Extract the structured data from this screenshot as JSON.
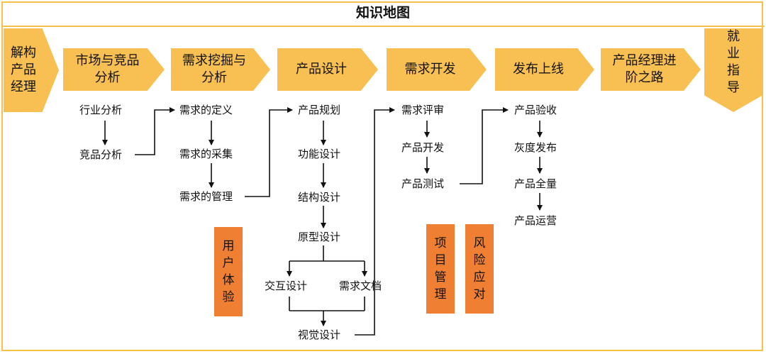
{
  "title": "知识地图",
  "colors": {
    "stage": "#f8bf52",
    "tag": "#ef8033",
    "border": "#f6c14a",
    "line": "#111111"
  },
  "stages": [
    "解构产品经理",
    "市场与竞品分析",
    "需求挖掘与分析",
    "产品设计",
    "需求开发",
    "发布上线",
    "产品经理进阶之路",
    "就业指导"
  ],
  "nodes": {
    "industry": "行业分析",
    "competitor": "竞品分析",
    "req_def": "需求的定义",
    "req_collect": "需求的采集",
    "req_manage": "需求的管理",
    "plan": "产品规划",
    "func": "功能设计",
    "struct": "结构设计",
    "proto": "原型设计",
    "interact": "交互设计",
    "req_doc": "需求文档",
    "visual": "视觉设计",
    "review": "需求评审",
    "dev": "产品开发",
    "test": "产品测试",
    "accept": "产品验收",
    "gray": "灰度发布",
    "full": "产品全量",
    "ops": "产品运营"
  },
  "tags": [
    "用户体验",
    "项目管理",
    "风险应对"
  ]
}
